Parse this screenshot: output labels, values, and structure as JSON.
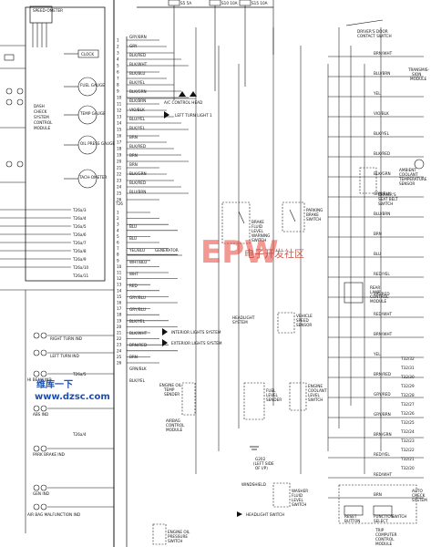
{
  "module": {
    "top_label": "SPEED-OMETER",
    "title_lines": [
      "DASH",
      "CHECK",
      "SYSTEM",
      "CONTROL",
      "MODULE"
    ],
    "left_terms": [
      {
        "label": "CLOCK"
      },
      {
        "label": "FUEL GAUGE"
      },
      {
        "label": "TEMP GAUGE"
      },
      {
        "label": "OIL PRESS GAUGE"
      },
      {
        "label": "TACH-OMETER"
      }
    ],
    "connectors": [
      "T26a/3",
      "T26a/4",
      "T26a/5",
      "T26a/6",
      "T26a/7",
      "T26a/8",
      "T26a/9",
      "T26a/10",
      "T26a/11"
    ],
    "left_indicators": [
      {
        "label": "RIGHT TURN IND"
      },
      {
        "label": "LEFT TURN IND"
      },
      {
        "label": "HI BEAM IND"
      },
      {
        "label": "ABS IND"
      },
      {
        "label": "PARK BRAKE IND"
      },
      {
        "label": "GEN IND"
      },
      {
        "label": "AIR BAG MALFUNCTION IND"
      }
    ],
    "bottom_connectors": [
      "T26a/5",
      "T26a/4"
    ]
  },
  "pin_numbers": [
    "1",
    "2",
    "3",
    "4",
    "5",
    "6",
    "7",
    "8",
    "9",
    "10",
    "11",
    "12",
    "13",
    "14",
    "15",
    "16",
    "17",
    "18",
    "19",
    "20",
    "21",
    "22",
    "23",
    "24",
    "25",
    "26",
    "T26",
    "1",
    "2",
    "3",
    "4",
    "5",
    "6",
    "7",
    "8",
    "9",
    "10",
    "11",
    "12",
    "13",
    "14",
    "15",
    "16",
    "17",
    "18",
    "19",
    "20",
    "21",
    "22",
    "23",
    "24",
    "25",
    "26"
  ],
  "left_wires": [
    "GRY/BRN",
    "GRY",
    "BLK/RED",
    "BLK/WHT",
    "BLK/BLU",
    "BLK/YEL",
    "BLK/GRN",
    "BLK/BRN",
    "VIO/BLK",
    "BLU/YEL",
    "BLK/YEL",
    "BRN",
    "BLK/RED",
    "BRN",
    "BRN",
    "BLK/GRN",
    "BLK/RED",
    "BLU/BRN",
    "BLU",
    "BLU",
    "YEL/BLU",
    "WHT/BLU",
    "WHT",
    "RED",
    "GRY/BLU",
    "GRY/BLU",
    "BLK/YEL",
    "BLK/WHT",
    "BRN/RED",
    "BRN",
    "GRN/BLK",
    "BLK/YEL"
  ],
  "top_fuses": [
    {
      "label": "S5 5A"
    },
    {
      "label": "S10 10A"
    },
    {
      "label": "S15 10A"
    }
  ],
  "components": {
    "ac_head": "A/C CONTROL HEAD",
    "left_turn_light": "LEFT TURN LIGHT 1",
    "brake_fluid": [
      "BRAKE",
      "FLUID",
      "LEVEL",
      "WARNING",
      "SWITCH"
    ],
    "parking_brake": [
      "PARKING",
      "BRAKE",
      "SWITCH"
    ],
    "generator": "GENERATOR",
    "vss": [
      "VEHICLE",
      "SPEED",
      "SENSOR"
    ],
    "headlight_system": [
      "HEADLIGHT",
      "SYSTEM"
    ],
    "interior_lights": "INTERIOR LIGHTS SYSTEM",
    "exterior_lights": "EXTERIOR LIGHTS SYSTEM",
    "oil_temp": [
      "ENGINE OIL",
      "TEMP",
      "SENDER"
    ],
    "airbag": [
      "AIRBAG",
      "CONTROL",
      "MODULE"
    ],
    "fuel_sender": [
      "FUEL",
      "LEVEL",
      "SENDER"
    ],
    "coolant": [
      "ENGINE",
      "COOLANT",
      "LEVEL",
      "SWITCH"
    ],
    "washer_fluid": [
      "WINDSHIELD",
      "WASHER",
      "FLUID",
      "LEVEL",
      "SWITCH"
    ],
    "oil_pressure": [
      "ENGINE OIL",
      "PRESSURE",
      "SWITCH"
    ],
    "headlight_switch": "HEADLIGHT SWITCH",
    "trip_module": [
      "TRIP",
      "COMPUTER",
      "CONTROL",
      "MODULE"
    ],
    "reset_button": [
      "RESET",
      "BUTTON"
    ],
    "function_switch": [
      "FUNCTION",
      "SELECT",
      "SWITCH"
    ],
    "ground_g202": [
      "G202",
      "(LEFT SIDE",
      "OF I/P)"
    ],
    "driver_door": [
      "DRIVER'S DOOR",
      "CONTACT SWITCH"
    ],
    "transmission": [
      "TRANSMIS-",
      "SION",
      "MODULE"
    ],
    "ambient_sensor": [
      "AMBIENT",
      "COOLANT",
      "TEMPERATURE",
      "SENSOR"
    ],
    "seat_belt": [
      "DRIVER'S",
      "SEAT BELT",
      "SWITCH"
    ],
    "rear_lamp": [
      "REAR",
      "LAMP",
      "CONTROL",
      "MODULE"
    ],
    "auto_check": [
      "AUTO",
      "CHECK",
      "SYSTEM"
    ]
  },
  "right_wires": [
    "BRN/WHT",
    "BLU/BRN",
    "YEL",
    "VIO/BLK",
    "BLK/YEL",
    "BLK/RED",
    "BLK/GRN",
    "GRN/BLK",
    "BLU/BRN",
    "BRN",
    "BLU",
    "RED/YEL",
    "VIO/RED",
    "RED/WHT",
    "BRN/WHT",
    "YEL",
    "BRN/RED",
    "GRY/RED",
    "GRY/BRN",
    "BRN/GRN",
    "RED/YEL",
    "RED/WHT",
    "BRN"
  ],
  "right_connectors": [
    "T32/32",
    "T32/31",
    "T32/30",
    "T32/29",
    "T32/28",
    "T32/27",
    "T32/26",
    "T32/25",
    "T32/24",
    "T32/23",
    "T32/22",
    "T32/21",
    "T32/20"
  ],
  "watermark": {
    "big": "EPW",
    "cn": "电子开发社区",
    "site_cn": "维库一下",
    "url": "www.dzsc.com"
  }
}
